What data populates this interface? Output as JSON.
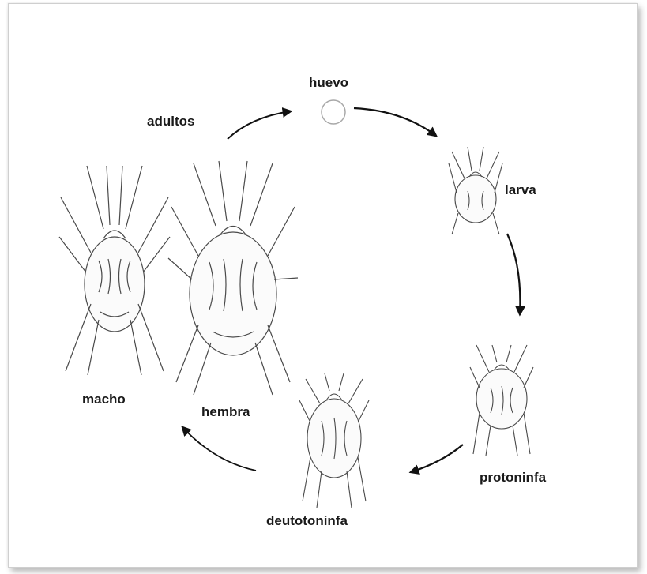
{
  "diagram": {
    "stages": {
      "egg": "huevo",
      "larva": "larva",
      "protonymph": "protoninfa",
      "deutonymph": "deutotoninfa",
      "adults": "adultos",
      "male": "macho",
      "female": "hembra"
    },
    "colors": {
      "ink": "#4a4a4a",
      "arrow": "#111111",
      "egg_outline": "#9a9a9a",
      "label": "#1a1a1a"
    }
  }
}
